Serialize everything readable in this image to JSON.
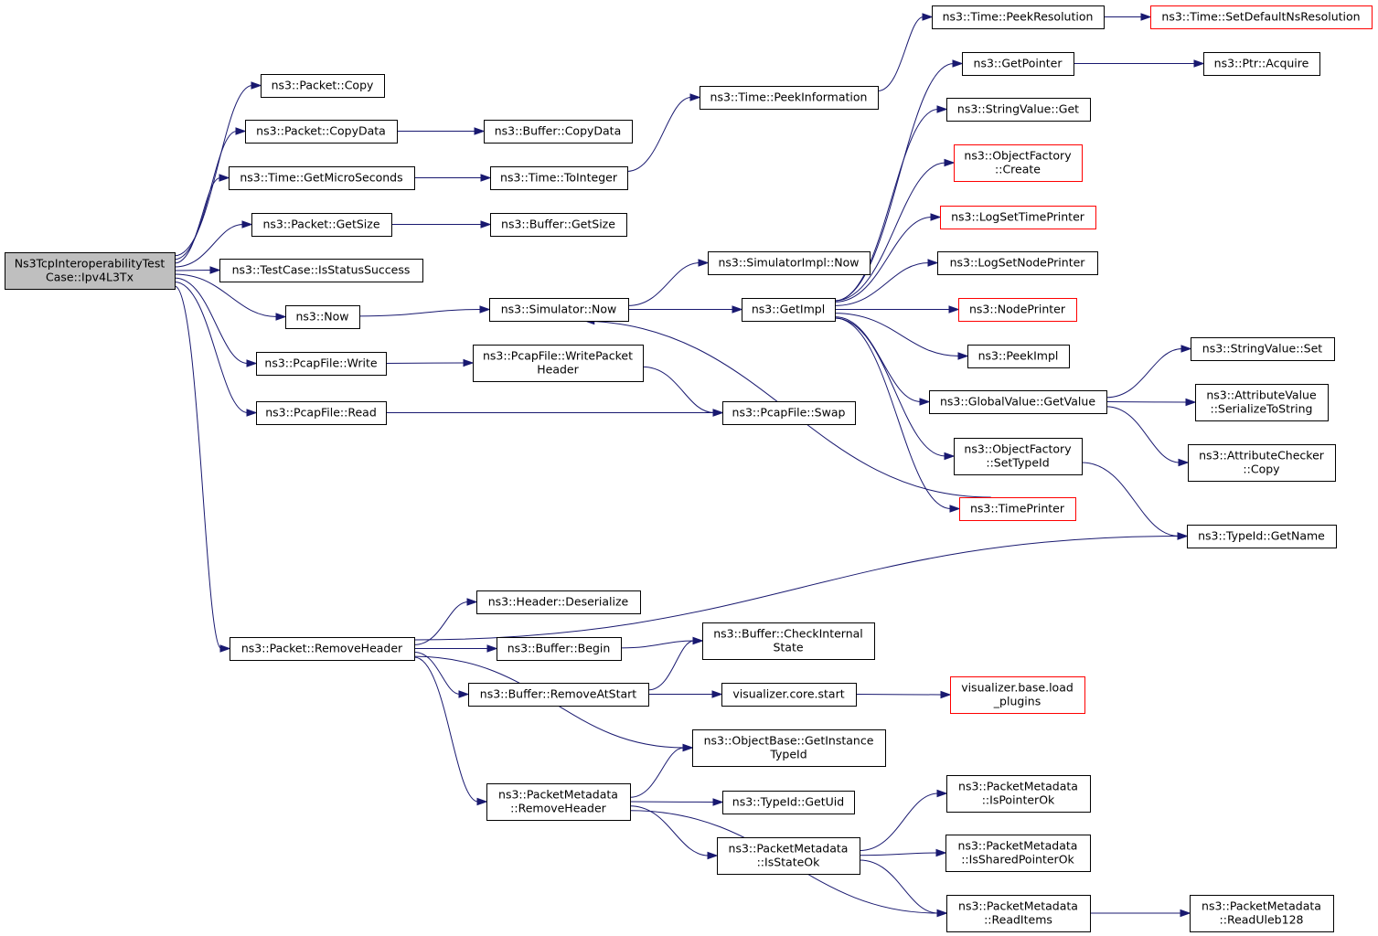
{
  "nodes": [
    {
      "id": "root",
      "lines": [
        "Ns3TcpInteroperabilityTest",
        "Case::Ipv4L3Tx"
      ],
      "style": "root"
    },
    {
      "id": "pcopy",
      "lines": [
        "ns3::Packet::Copy"
      ]
    },
    {
      "id": "pcopydata",
      "lines": [
        "ns3::Packet::CopyData"
      ]
    },
    {
      "id": "bcopydata",
      "lines": [
        "ns3::Buffer::CopyData"
      ]
    },
    {
      "id": "getmicro",
      "lines": [
        "ns3::Time::GetMicroSeconds"
      ]
    },
    {
      "id": "tointeger",
      "lines": [
        "ns3::Time::ToInteger"
      ]
    },
    {
      "id": "peekinfo",
      "lines": [
        "ns3::Time::PeekInformation"
      ]
    },
    {
      "id": "peekres",
      "lines": [
        "ns3::Time::PeekResolution"
      ]
    },
    {
      "id": "setdefns",
      "lines": [
        "ns3::Time::SetDefaultNsResolution"
      ],
      "style": "red"
    },
    {
      "id": "pgetsize",
      "lines": [
        "ns3::Packet::GetSize"
      ]
    },
    {
      "id": "bgetsize",
      "lines": [
        "ns3::Buffer::GetSize"
      ]
    },
    {
      "id": "isstatus",
      "lines": [
        "ns3::TestCase::IsStatusSuccess"
      ]
    },
    {
      "id": "now",
      "lines": [
        "ns3::Now"
      ]
    },
    {
      "id": "simnow",
      "lines": [
        "ns3::Simulator::Now"
      ]
    },
    {
      "id": "simimplnow",
      "lines": [
        "ns3::SimulatorImpl::Now"
      ]
    },
    {
      "id": "getimpl",
      "lines": [
        "ns3::GetImpl"
      ]
    },
    {
      "id": "getpointer",
      "lines": [
        "ns3::GetPointer"
      ]
    },
    {
      "id": "ptracquire",
      "lines": [
        "ns3::Ptr::Acquire"
      ]
    },
    {
      "id": "strget",
      "lines": [
        "ns3::StringValue::Get"
      ]
    },
    {
      "id": "ofcreate",
      "lines": [
        "ns3::ObjectFactory",
        "::Create"
      ],
      "style": "red"
    },
    {
      "id": "logtime",
      "lines": [
        "ns3::LogSetTimePrinter"
      ],
      "style": "red"
    },
    {
      "id": "lognode",
      "lines": [
        "ns3::LogSetNodePrinter"
      ]
    },
    {
      "id": "nodeprinter",
      "lines": [
        "ns3::NodePrinter"
      ],
      "style": "red"
    },
    {
      "id": "peekimpl",
      "lines": [
        "ns3::PeekImpl"
      ]
    },
    {
      "id": "gvget",
      "lines": [
        "ns3::GlobalValue::GetValue"
      ]
    },
    {
      "id": "strset",
      "lines": [
        "ns3::StringValue::Set"
      ]
    },
    {
      "id": "avser",
      "lines": [
        "ns3::AttributeValue",
        "::SerializeToString"
      ]
    },
    {
      "id": "accopy",
      "lines": [
        "ns3::AttributeChecker",
        "::Copy"
      ]
    },
    {
      "id": "ofsettype",
      "lines": [
        "ns3::ObjectFactory",
        "::SetTypeId"
      ]
    },
    {
      "id": "timeprinter",
      "lines": [
        "ns3::TimePrinter"
      ],
      "style": "red"
    },
    {
      "id": "typegetname",
      "lines": [
        "ns3::TypeId::GetName"
      ]
    },
    {
      "id": "pcapwrite",
      "lines": [
        "ns3::PcapFile::Write"
      ]
    },
    {
      "id": "pcapwph",
      "lines": [
        "ns3::PcapFile::WritePacket",
        "Header"
      ]
    },
    {
      "id": "pcapread",
      "lines": [
        "ns3::PcapFile::Read"
      ]
    },
    {
      "id": "pcapswap",
      "lines": [
        "ns3::PcapFile::Swap"
      ]
    },
    {
      "id": "premovehdr",
      "lines": [
        "ns3::Packet::RemoveHeader"
      ]
    },
    {
      "id": "hdrdeser",
      "lines": [
        "ns3::Header::Deserialize"
      ]
    },
    {
      "id": "bbegin",
      "lines": [
        "ns3::Buffer::Begin"
      ]
    },
    {
      "id": "bcheck",
      "lines": [
        "ns3::Buffer::CheckInternal",
        "State"
      ]
    },
    {
      "id": "bremove",
      "lines": [
        "ns3::Buffer::RemoveAtStart"
      ]
    },
    {
      "id": "vizstart",
      "lines": [
        "visualizer.core.start"
      ]
    },
    {
      "id": "vizload",
      "lines": [
        "visualizer.base.load",
        "_plugins"
      ],
      "style": "red"
    },
    {
      "id": "objgetinst",
      "lines": [
        "ns3::ObjectBase::GetInstance",
        "TypeId"
      ]
    },
    {
      "id": "pmremove",
      "lines": [
        "ns3::PacketMetadata",
        "::RemoveHeader"
      ]
    },
    {
      "id": "typeuid",
      "lines": [
        "ns3::TypeId::GetUid"
      ]
    },
    {
      "id": "pmisstate",
      "lines": [
        "ns3::PacketMetadata",
        "::IsStateOk"
      ]
    },
    {
      "id": "pmisptr",
      "lines": [
        "ns3::PacketMetadata",
        "::IsPointerOk"
      ]
    },
    {
      "id": "pmisshared",
      "lines": [
        "ns3::PacketMetadata",
        "::IsSharedPointerOk"
      ]
    },
    {
      "id": "pmread",
      "lines": [
        "ns3::PacketMetadata",
        "::ReadItems"
      ]
    },
    {
      "id": "pmuleb",
      "lines": [
        "ns3::PacketMetadata",
        "::ReadUleb128"
      ]
    }
  ],
  "edges": [
    [
      "root",
      "pcopy"
    ],
    [
      "root",
      "pcopydata"
    ],
    [
      "root",
      "getmicro"
    ],
    [
      "root",
      "pgetsize"
    ],
    [
      "root",
      "isstatus"
    ],
    [
      "root",
      "now"
    ],
    [
      "root",
      "pcapwrite"
    ],
    [
      "root",
      "pcapread"
    ],
    [
      "root",
      "premovehdr"
    ],
    [
      "pcopydata",
      "bcopydata"
    ],
    [
      "getmicro",
      "tointeger"
    ],
    [
      "tointeger",
      "peekinfo"
    ],
    [
      "peekinfo",
      "peekres"
    ],
    [
      "peekres",
      "setdefns"
    ],
    [
      "pgetsize",
      "bgetsize"
    ],
    [
      "now",
      "simnow"
    ],
    [
      "simnow",
      "simimplnow"
    ],
    [
      "simnow",
      "getimpl"
    ],
    [
      "getimpl",
      "getpointer"
    ],
    [
      "getimpl",
      "strget"
    ],
    [
      "getimpl",
      "ofcreate"
    ],
    [
      "getimpl",
      "logtime"
    ],
    [
      "getimpl",
      "lognode"
    ],
    [
      "getimpl",
      "nodeprinter"
    ],
    [
      "getimpl",
      "peekimpl"
    ],
    [
      "getimpl",
      "gvget"
    ],
    [
      "getimpl",
      "ofsettype"
    ],
    [
      "getimpl",
      "timeprinter"
    ],
    [
      "getpointer",
      "ptracquire"
    ],
    [
      "gvget",
      "strset"
    ],
    [
      "gvget",
      "avser"
    ],
    [
      "gvget",
      "accopy"
    ],
    [
      "ofsettype",
      "typegetname"
    ],
    [
      "timeprinter",
      "simnow"
    ],
    [
      "pcapwrite",
      "pcapwph"
    ],
    [
      "pcapwph",
      "pcapswap"
    ],
    [
      "pcapread",
      "pcapswap"
    ],
    [
      "premovehdr",
      "typegetname"
    ],
    [
      "premovehdr",
      "hdrdeser"
    ],
    [
      "premovehdr",
      "bbegin"
    ],
    [
      "premovehdr",
      "bremove"
    ],
    [
      "premovehdr",
      "objgetinst"
    ],
    [
      "premovehdr",
      "pmremove"
    ],
    [
      "bbegin",
      "bcheck"
    ],
    [
      "bremove",
      "bcheck"
    ],
    [
      "bremove",
      "vizstart"
    ],
    [
      "vizstart",
      "vizload"
    ],
    [
      "pmremove",
      "objgetinst"
    ],
    [
      "pmremove",
      "typeuid"
    ],
    [
      "pmremove",
      "pmisstate"
    ],
    [
      "pmremove",
      "pmread"
    ],
    [
      "pmisstate",
      "pmisptr"
    ],
    [
      "pmisstate",
      "pmisshared"
    ],
    [
      "pmisstate",
      "pmread"
    ],
    [
      "pmread",
      "pmuleb"
    ]
  ]
}
